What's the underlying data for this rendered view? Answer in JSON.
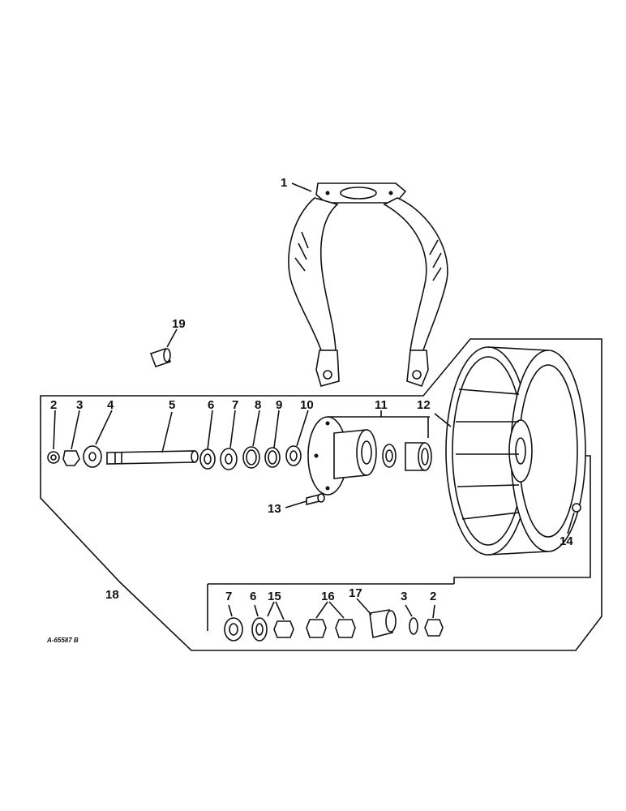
{
  "figure": {
    "reference_code": "A-65587 B",
    "callouts": [
      {
        "id": "c1",
        "label": "1"
      },
      {
        "id": "c2a",
        "label": "2"
      },
      {
        "id": "c3a",
        "label": "3"
      },
      {
        "id": "c4",
        "label": "4"
      },
      {
        "id": "c5",
        "label": "5"
      },
      {
        "id": "c6a",
        "label": "6"
      },
      {
        "id": "c7a",
        "label": "7"
      },
      {
        "id": "c8",
        "label": "8"
      },
      {
        "id": "c9",
        "label": "9"
      },
      {
        "id": "c10",
        "label": "10"
      },
      {
        "id": "c11",
        "label": "11"
      },
      {
        "id": "c12",
        "label": "12"
      },
      {
        "id": "c13",
        "label": "13"
      },
      {
        "id": "c14",
        "label": "14"
      },
      {
        "id": "c18",
        "label": "18"
      },
      {
        "id": "c19",
        "label": "19"
      },
      {
        "id": "c7b",
        "label": "7"
      },
      {
        "id": "c6b",
        "label": "6"
      },
      {
        "id": "c15",
        "label": "15"
      },
      {
        "id": "c16",
        "label": "16"
      },
      {
        "id": "c17",
        "label": "17"
      },
      {
        "id": "c3b",
        "label": "3"
      },
      {
        "id": "c2b",
        "label": "2"
      }
    ]
  }
}
